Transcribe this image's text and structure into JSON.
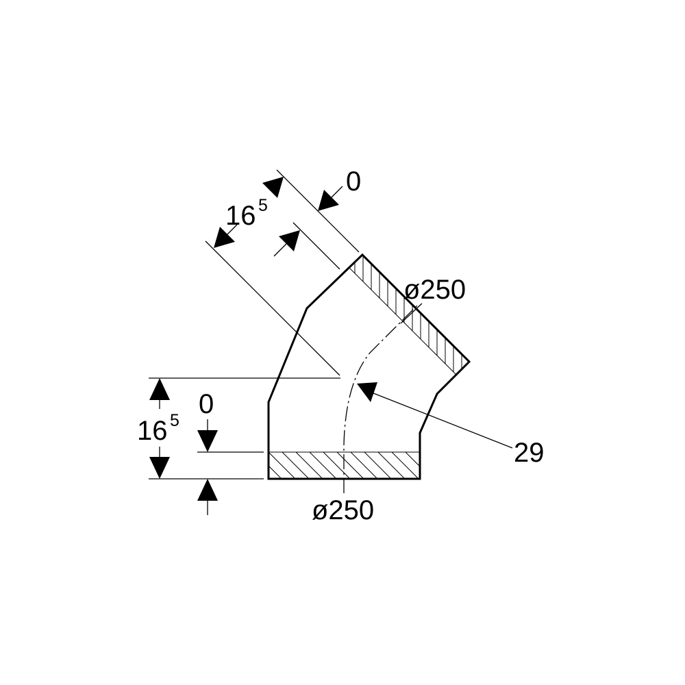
{
  "drawing": {
    "top_offset_label": "0",
    "top_length_main": "16",
    "top_length_sup": "5",
    "top_diameter_label": "ø250",
    "angle_label": "29",
    "bottom_offset_label": "0",
    "bottom_length_main": "16",
    "bottom_length_sup": "5",
    "bottom_diameter_label": "ø250"
  },
  "colors": {
    "line": "#000000",
    "background": "#ffffff"
  }
}
